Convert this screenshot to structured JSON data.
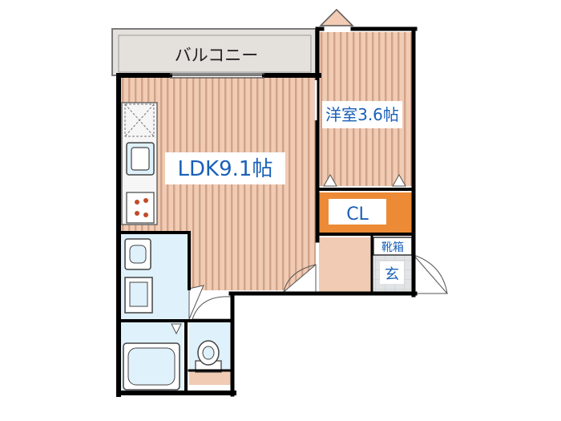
{
  "rooms": {
    "balcony": "バルコニー",
    "ldk": "LDK9.1帖",
    "western_room": "洋室3.6帖",
    "closet": "CL",
    "shoe_box": "靴箱",
    "entrance": "玄"
  },
  "colors": {
    "wall": "#000000",
    "balcony_fill": "#e4e0dc",
    "ldk_fill": "#f1cbb3",
    "ldk_stripe": "#cfa38a",
    "wet_area_fill": "#dff1fb",
    "closet_fill": "#ec8a35",
    "entrance_fill": "#f1cbb3",
    "entrance_tile": "#e2e3e5",
    "label_blue": "#1a60b8"
  }
}
